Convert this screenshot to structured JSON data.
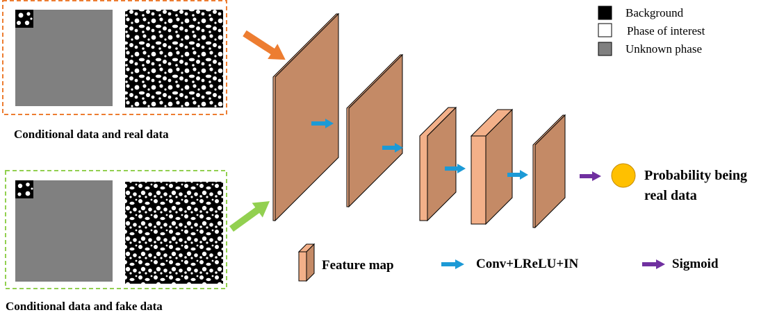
{
  "legend": {
    "background": "Background",
    "phase_of_interest": "Phase of interest",
    "unknown_phase": "Unknown phase"
  },
  "inputs": {
    "real_caption": "Conditional data and real data",
    "fake_caption": "Conditional data and fake data"
  },
  "output": {
    "line1": "Probability being",
    "line2": "real data"
  },
  "key": {
    "feature_map": "Feature map",
    "conv": "Conv+LReLU+IN",
    "sigmoid": "Sigmoid"
  },
  "colors": {
    "background_phase": "#000000",
    "interest_phase": "#ffffff",
    "unknown_phase": "#808080",
    "feature_map_dark": "#c48a66",
    "feature_map_light": "#f3b089",
    "conv_arrow": "#1c9ad6",
    "sigmoid_arrow": "#7030a0",
    "real_border": "#ed7d31",
    "fake_border": "#92d050",
    "real_arrow": "#ed7d31",
    "fake_arrow": "#92d050",
    "probability_node": "#ffc000"
  },
  "icons": {
    "input_arrow": "arrow-icon",
    "conv": "arrow-icon",
    "sigmoid": "arrow-icon",
    "output": "circle-icon"
  }
}
